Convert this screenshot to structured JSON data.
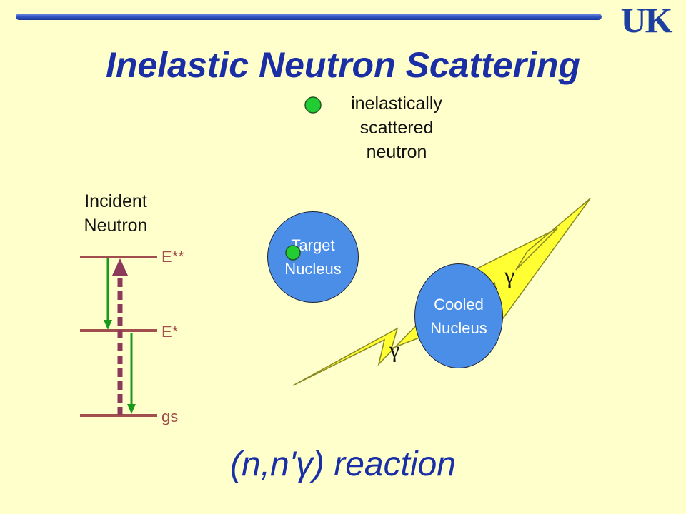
{
  "header": {
    "logo_text": "UK",
    "title": "Inelastic Neutron Scattering"
  },
  "labels": {
    "scattered_line1": "inelastically",
    "scattered_line2": "scattered",
    "scattered_line3": "neutron",
    "incident_line1": "Incident",
    "incident_line2": "Neutron"
  },
  "levels": {
    "excited2": "E**",
    "excited1": "E*",
    "ground": "gs"
  },
  "nuclei": {
    "target_line1": "Target",
    "target_line2": "Nucleus",
    "cooled_line1": "Cooled",
    "cooled_line2": "Nucleus"
  },
  "gamma": {
    "symbol": "γ"
  },
  "reaction": "(n,n'γ) reaction",
  "colors": {
    "title": "#1a2ea6",
    "level_line": "#a14e4e",
    "decay_arrow": "#1a9a1a",
    "excitation_arrow": "#8b3a5a",
    "neutron": "#22cc33",
    "nucleus": "#4a8ee8",
    "gamma_ray": "#ffff33"
  }
}
